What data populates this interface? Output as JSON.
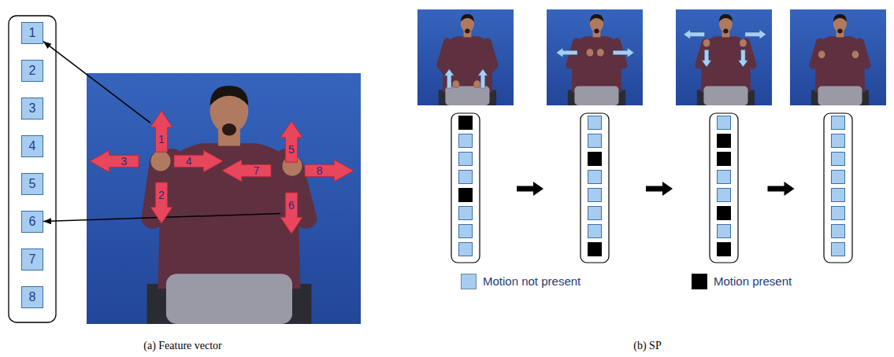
{
  "diagram": {
    "nodes": [
      {
        "text": [
          "1"
        ]
      },
      {
        "text": [
          "2"
        ]
      },
      {
        "text": [
          "3"
        ]
      },
      {
        "text": [
          "4"
        ]
      },
      {
        "text": [
          "5"
        ]
      },
      {
        "text": [
          "6"
        ]
      },
      {
        "text": [
          "7"
        ]
      },
      {
        "text": [
          "8"
        ]
      },
      {
        "text": [
          "1"
        ]
      },
      {
        "text": [
          "2"
        ]
      },
      {
        "text": [
          "3"
        ]
      },
      {
        "text": [
          "4"
        ]
      },
      {
        "text": [
          "5"
        ]
      },
      {
        "text": [
          "6"
        ]
      },
      {
        "text": [
          "7"
        ]
      },
      {
        "text": [
          "8"
        ]
      }
    ],
    "edges": [
      {
        "from": 8,
        "to": 0,
        "arrow": "to"
      },
      {
        "from": 13,
        "to": 5,
        "arrow": "to"
      }
    ],
    "labels": [
      "(a) Feature vector",
      "(b) SP"
    ],
    "legend": [
      {
        "text": "Motion not present",
        "color": "#a6cdf0"
      },
      {
        "text": "Motion present",
        "color": "#000000"
      }
    ]
  }
}
